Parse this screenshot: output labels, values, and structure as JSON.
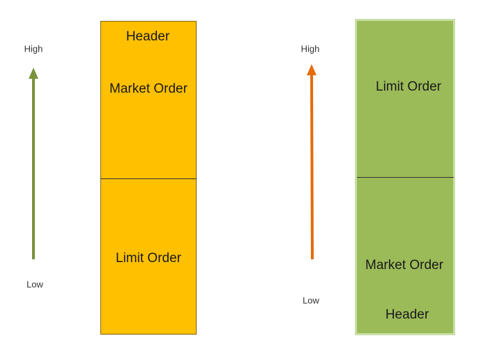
{
  "left": {
    "axis": {
      "high": "High",
      "low": "Low",
      "arrow_color": "#77933c"
    },
    "box": {
      "fill": "#ffc000",
      "top_labels": [
        "Header",
        "Market Order"
      ],
      "bottom_label": "Limit Order"
    }
  },
  "right": {
    "axis": {
      "high": "High",
      "low": "Low",
      "arrow_color": "#e46c0a"
    },
    "box": {
      "fill": "#9bbb59",
      "top_label": "Limit Order",
      "bottom_labels": [
        "Market Order",
        "Header"
      ]
    }
  }
}
